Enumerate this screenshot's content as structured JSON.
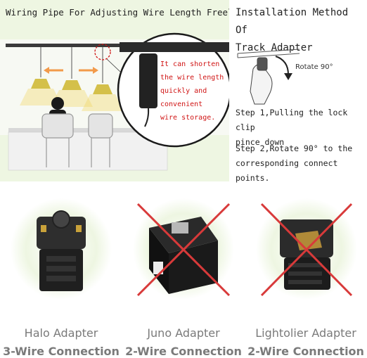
{
  "left_panel": {
    "title": "Wiring Pipe For Adjusting Wire Length Freely",
    "callout_lines": [
      "It can shorten",
      "the wire length",
      "quickly and",
      "convenient",
      "wire storage."
    ]
  },
  "right_panel": {
    "title_lines": [
      "Installation Method Of",
      "Track Adapter"
    ],
    "rotate_label": "Rotate 90°",
    "step1_lines": [
      "Step 1,Pulling the lock clip",
      "pince down"
    ],
    "step2_lines": [
      "Step 2,Rotate 90° to the",
      "corresponding connect points."
    ]
  },
  "adapters": [
    {
      "name": "Halo Adapter",
      "wire": "3-Wire Connection",
      "crossed": false
    },
    {
      "name": "Juno Adapter",
      "wire": "2-Wire Connection",
      "crossed": true
    },
    {
      "name": "Lightolier Adapter",
      "wire": "2-Wire Connection",
      "crossed": true
    }
  ],
  "colors": {
    "panel_bg": "#eef6e2",
    "callout_text": "#d01515",
    "cross": "#d83a3a",
    "lamp_glow": "#f2d35a",
    "arrow": "#f29a4a",
    "adapter_label": "#7a7a7a"
  }
}
